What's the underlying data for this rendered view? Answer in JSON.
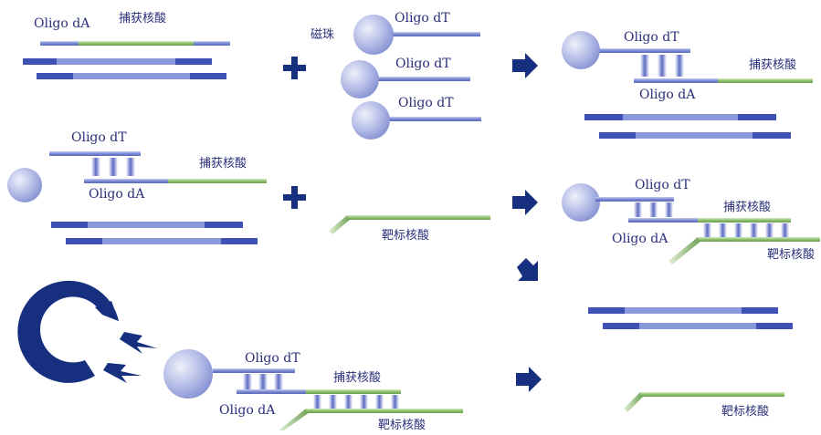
{
  "labels": {
    "oligo_da": "Oligo dA",
    "oligo_dt": "Oligo dT",
    "capture_nucleic_acid": "捕获核酸",
    "magnetic_bead": "磁珠",
    "target_nucleic_acid": "靶标核酸"
  },
  "icons": {
    "plus": "plus-icon",
    "arrow": "arrow-right-icon",
    "magnet": "magnet-icon",
    "lightning": "lightning-icon"
  },
  "colors": {
    "blue_dark": "#3f51b5",
    "blue_light": "#8a98dc",
    "green": "#8bbd6a",
    "navy": "#16307f",
    "label": "#2a2f7a"
  }
}
